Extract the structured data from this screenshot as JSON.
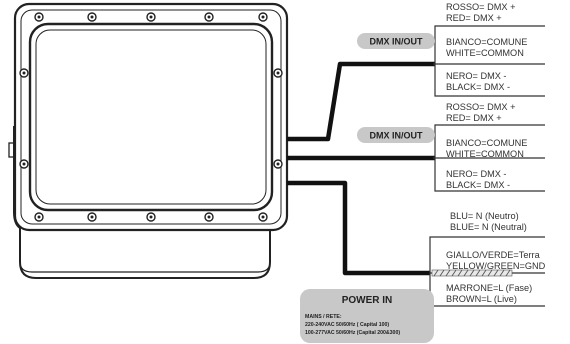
{
  "dmx_top": {
    "badge": "DMX IN/OUT",
    "wire1": [
      "ROSSO= DMX +",
      "RED= DMX +"
    ],
    "wire2": [
      "BIANCO=COMUNE",
      "WHITE=COMMON"
    ],
    "wire3": [
      "NERO= DMX -",
      "BLACK= DMX -"
    ]
  },
  "dmx_bottom": {
    "badge": "DMX IN/OUT",
    "wire1": [
      "ROSSO= DMX +",
      "RED= DMX +"
    ],
    "wire2": [
      "BIANCO=COMUNE",
      "WHITE=COMMON"
    ],
    "wire3": [
      "NERO= DMX -",
      "BLACK= DMX -"
    ]
  },
  "power_wires": {
    "blue": [
      "BLU= N (Neutro)",
      "BLUE= N (Neutral)"
    ],
    "yellow_green": [
      "GIALLO/VERDE=Terra",
      "YELLOW/GREEN=GND"
    ],
    "brown": [
      "MARRONE=L (Fase)",
      "BROWN=L (Live)"
    ]
  },
  "power_in": {
    "title": "POWER IN",
    "line1": "MAINS / RETE:",
    "line2": "220-240VAC 50/60Hz ( Capital 100)",
    "line3": "100-277VAC 50/60Hz (Capital 200&300)"
  },
  "colors": {
    "cable": "#111111",
    "badge_fill": "#c8c8c8",
    "wire_line": "#333333"
  }
}
